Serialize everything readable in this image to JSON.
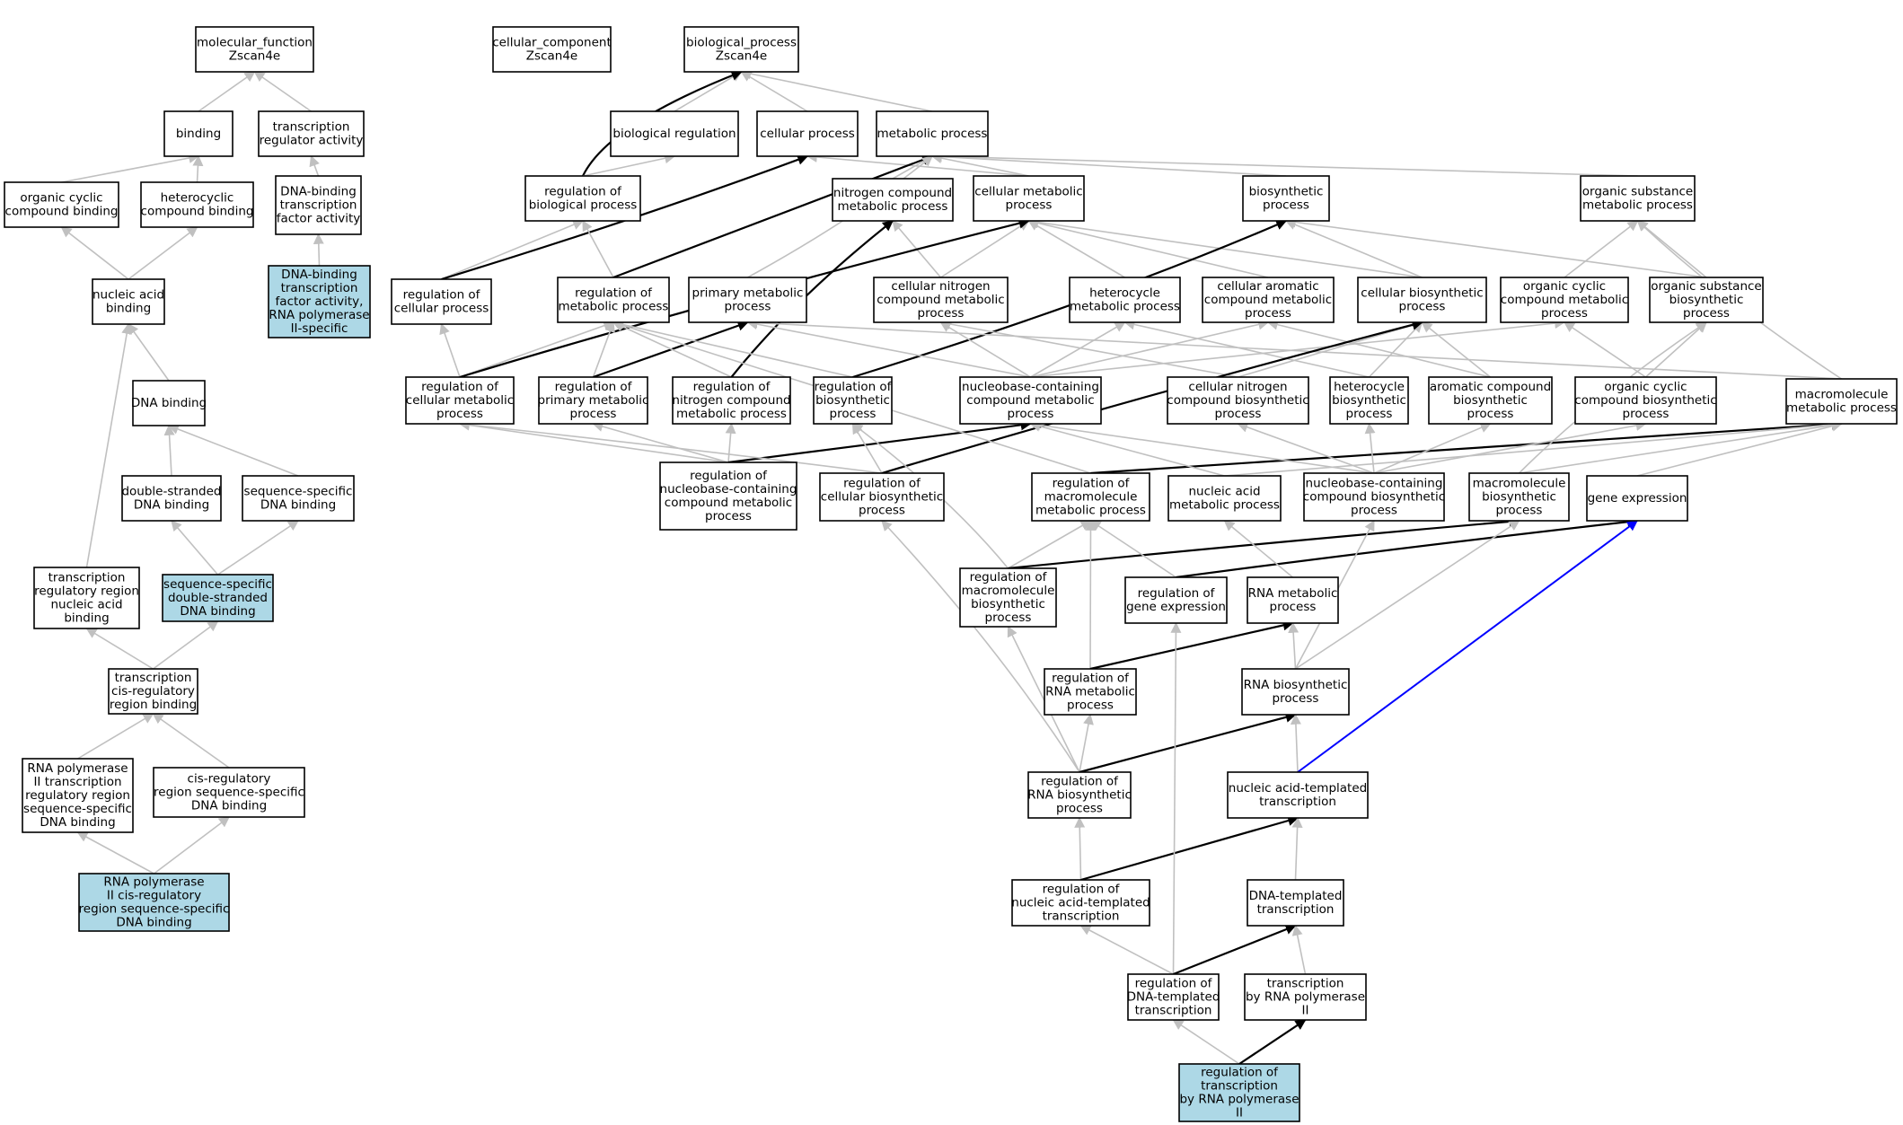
{
  "colors": {
    "highlight_fill": "#add8e6",
    "node_fill": "#ffffff",
    "node_stroke": "#000000",
    "edge_is_a": "#c0c0c0",
    "edge_regulates": "#000000",
    "edge_part_of": "#0000ff"
  },
  "nodes": {
    "mf_root": [
      "molecular_function",
      "Zscan4e"
    ],
    "cc_root": [
      "cellular_component",
      "Zscan4e"
    ],
    "bp_root": [
      "biological_process",
      "Zscan4e"
    ],
    "binding": [
      "binding"
    ],
    "tra": [
      "transcription",
      "regulator activity"
    ],
    "ocb": [
      "organic cyclic",
      "compound binding"
    ],
    "hcb": [
      "heterocyclic",
      "compound binding"
    ],
    "dbtfa": [
      "DNA-binding",
      "transcription",
      "factor activity"
    ],
    "nab": [
      "nucleic acid",
      "binding"
    ],
    "dbtfa2": [
      "DNA-binding",
      "transcription",
      "factor activity,",
      "RNA polymerase",
      "II-specific"
    ],
    "dnab": [
      "DNA binding"
    ],
    "dsdb": [
      "double-stranded",
      "DNA binding"
    ],
    "ssdb": [
      "sequence-specific",
      "DNA binding"
    ],
    "trrnab": [
      "transcription",
      "regulatory region",
      "nucleic acid",
      "binding"
    ],
    "ssdsdb": [
      "sequence-specific",
      "double-stranded",
      "DNA binding"
    ],
    "tcrrb": [
      "transcription",
      "cis-regulatory",
      "region binding"
    ],
    "rp2trr": [
      "RNA polymerase",
      "II transcription",
      "regulatory region",
      "sequence-specific",
      "DNA binding"
    ],
    "crrss": [
      "cis-regulatory",
      "region sequence-specific",
      "DNA binding"
    ],
    "rp2crr": [
      "RNA polymerase",
      "II cis-regulatory",
      "region sequence-specific",
      "DNA binding"
    ],
    "bio_reg": [
      "biological regulation"
    ],
    "cell_proc": [
      "cellular process"
    ],
    "meta_proc": [
      "metabolic process"
    ],
    "reg_bio": [
      "regulation of",
      "biological process"
    ],
    "ncmp": [
      "nitrogen compound",
      "metabolic process"
    ],
    "cmp": [
      "cellular metabolic",
      "process"
    ],
    "biosyn": [
      "biosynthetic",
      "process"
    ],
    "osmp": [
      "organic substance",
      "metabolic process"
    ],
    "reg_cell": [
      "regulation of",
      "cellular process"
    ],
    "reg_meta": [
      "regulation of",
      "metabolic process"
    ],
    "pmp": [
      "primary metabolic",
      "process"
    ],
    "cncmp": [
      "cellular nitrogen",
      "compound metabolic",
      "process"
    ],
    "hmp": [
      "heterocycle",
      "metabolic process"
    ],
    "cacmp": [
      "cellular aromatic",
      "compound metabolic",
      "process"
    ],
    "cbp": [
      "cellular biosynthetic",
      "process"
    ],
    "occmp": [
      "organic cyclic",
      "compound metabolic",
      "process"
    ],
    "osbp": [
      "organic substance",
      "biosynthetic",
      "process"
    ],
    "reg_cmp": [
      "regulation of",
      "cellular metabolic",
      "process"
    ],
    "reg_pmp": [
      "regulation of",
      "primary metabolic",
      "process"
    ],
    "reg_ncmp": [
      "regulation of",
      "nitrogen compound",
      "metabolic process"
    ],
    "reg_biosyn": [
      "regulation of",
      "biosynthetic",
      "process"
    ],
    "nbcmp": [
      "nucleobase-containing",
      "compound metabolic",
      "process"
    ],
    "cncbp": [
      "cellular nitrogen",
      "compound biosynthetic",
      "process"
    ],
    "hbp": [
      "heterocycle",
      "biosynthetic",
      "process"
    ],
    "acbp": [
      "aromatic compound",
      "biosynthetic",
      "process"
    ],
    "occbp": [
      "organic cyclic",
      "compound biosynthetic",
      "process"
    ],
    "mmp": [
      "macromolecule",
      "metabolic process"
    ],
    "reg_nbcmp": [
      "regulation of",
      "nucleobase-containing",
      "compound metabolic",
      "process"
    ],
    "reg_cbp": [
      "regulation of",
      "cellular biosynthetic",
      "process"
    ],
    "reg_mmp": [
      "regulation of",
      "macromolecule",
      "metabolic process"
    ],
    "namp": [
      "nucleic acid",
      "metabolic process"
    ],
    "nbcbp": [
      "nucleobase-containing",
      "compound biosynthetic",
      "process"
    ],
    "mbp": [
      "macromolecule",
      "biosynthetic",
      "process"
    ],
    "gexp": [
      "gene expression"
    ],
    "reg_mbp": [
      "regulation of",
      "macromolecule",
      "biosynthetic",
      "process"
    ],
    "reg_gexp": [
      "regulation of",
      "gene expression"
    ],
    "rnamp": [
      "RNA metabolic",
      "process"
    ],
    "reg_rnamp": [
      "regulation of",
      "RNA metabolic",
      "process"
    ],
    "rnabp": [
      "RNA biosynthetic",
      "process"
    ],
    "reg_rnabp": [
      "regulation of",
      "RNA biosynthetic",
      "process"
    ],
    "natt": [
      "nucleic acid-templated",
      "transcription"
    ],
    "reg_natt": [
      "regulation of",
      "nucleic acid-templated",
      "transcription"
    ],
    "dtt": [
      "DNA-templated",
      "transcription"
    ],
    "reg_dtt": [
      "regulation of",
      "DNA-templated",
      "transcription"
    ],
    "trp2": [
      "transcription",
      "by RNA polymerase",
      "II"
    ],
    "reg_trp2": [
      "regulation of",
      "transcription",
      "by RNA polymerase",
      "II"
    ]
  }
}
